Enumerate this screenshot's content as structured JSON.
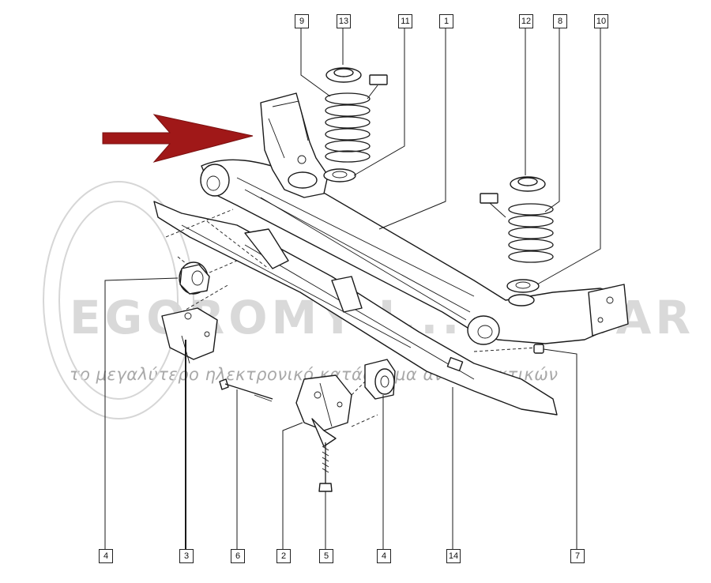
{
  "watermark": {
    "main": "EGOROMYU... ...STAR",
    "sub": "το μεγαλύτερο ηλεκτρονικό κατάστημα ανταλλακτικών"
  },
  "colors": {
    "arrow": "#a01818",
    "line": "#1a1a1a",
    "watermark": "#b0b0b0"
  },
  "callouts": {
    "c9": "9",
    "c13": "13",
    "c11": "11",
    "c1": "1",
    "c12": "12",
    "c8": "8",
    "c10": "10",
    "c4a": "4",
    "c3": "3",
    "c6": "6",
    "c2": "2",
    "c5": "5",
    "c4b": "4",
    "c14": "14",
    "c7": "7"
  }
}
